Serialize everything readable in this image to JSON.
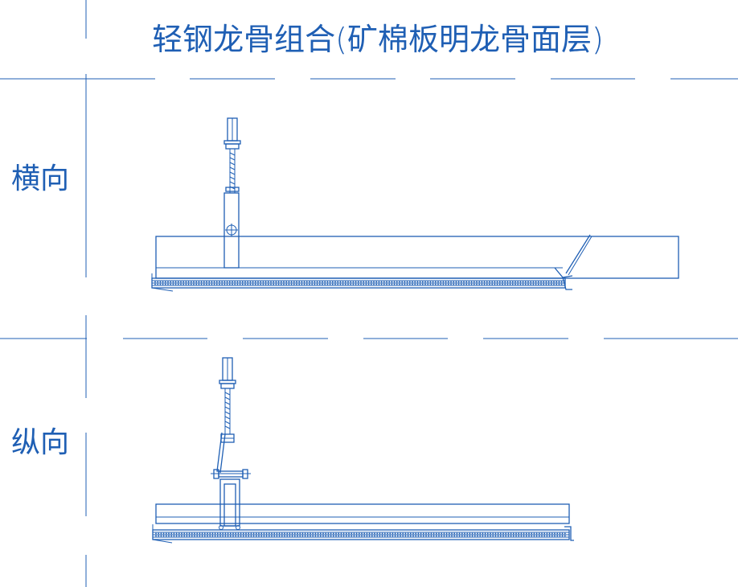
{
  "drawing": {
    "title": "轻钢龙骨组合(矿棉板明龙骨面层)",
    "sections": [
      {
        "label": "横向"
      },
      {
        "label": "纵向"
      }
    ],
    "line_color": "#1f5fb4"
  }
}
